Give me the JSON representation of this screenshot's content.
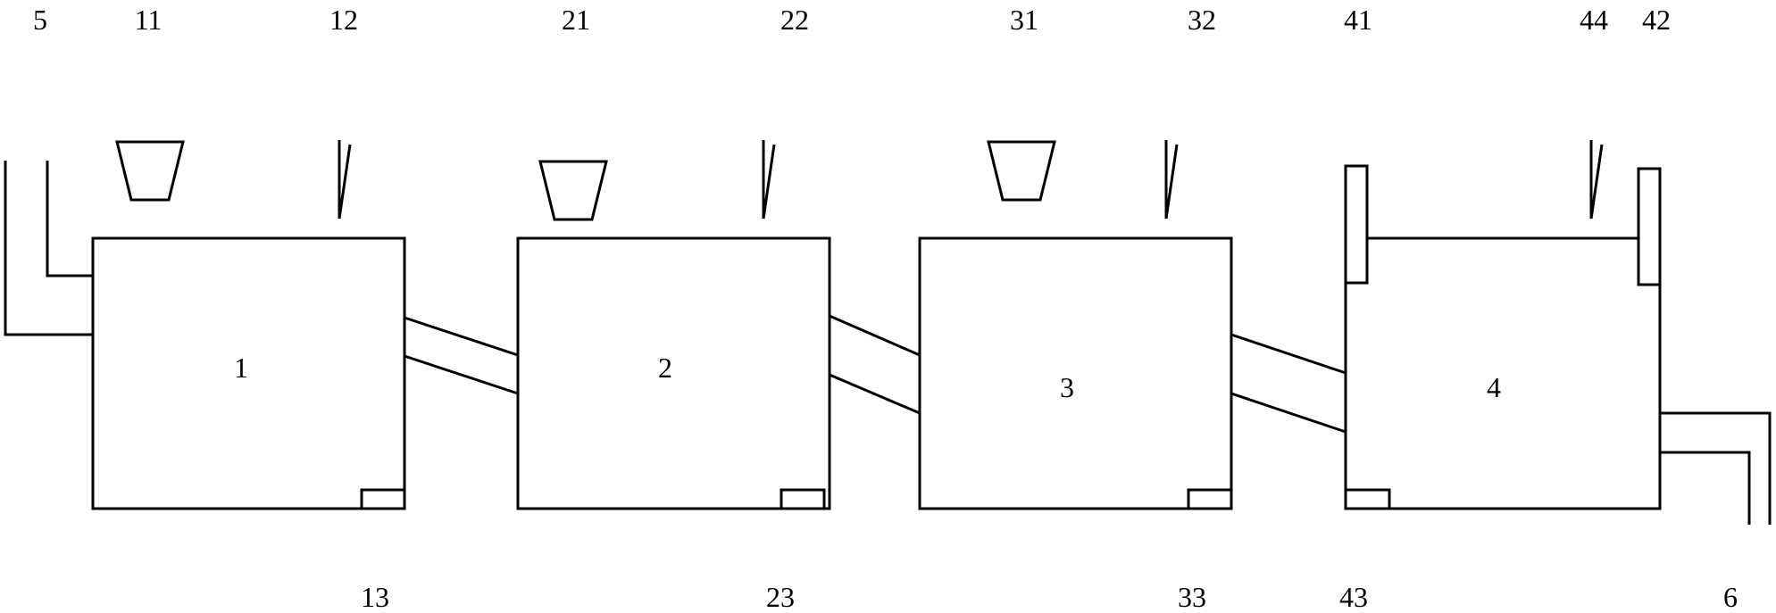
{
  "labels": {
    "l5": "5",
    "l11": "11",
    "l12": "12",
    "l21": "21",
    "l22": "22",
    "l31": "31",
    "l32": "32",
    "l41": "41",
    "l44": "44",
    "l42": "42",
    "l13": "13",
    "l23": "23",
    "l33": "33",
    "l43": "43",
    "l6": "6",
    "tank1": "1",
    "tank2": "2",
    "tank3": "3",
    "tank4": "4"
  }
}
